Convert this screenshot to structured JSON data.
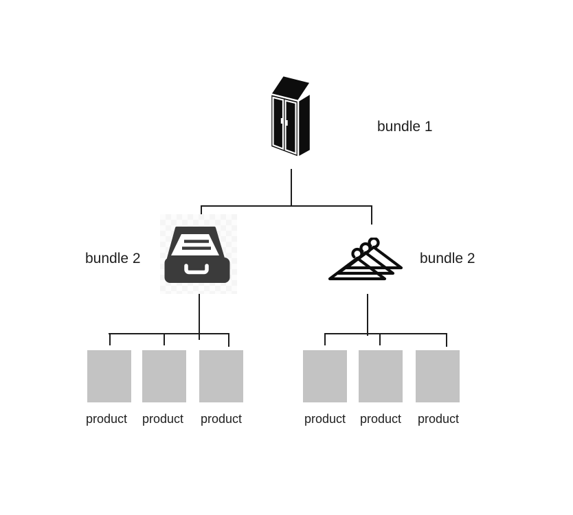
{
  "colors": {
    "line": "#1c1c1c",
    "box": "#c3c3c3",
    "text": "#1e1e1e",
    "icon_black": "#0d0d0d",
    "icon_gray": "#3b3b3b"
  },
  "diagram": {
    "root": {
      "label": "bundle 1",
      "icon": "wardrobe-icon"
    },
    "children": [
      {
        "label": "bundle 2",
        "icon": "file-drawer-icon",
        "label_side": "left",
        "products": [
          "product",
          "product",
          "product"
        ]
      },
      {
        "label": "bundle 2",
        "icon": "clothes-hangers-icon",
        "label_side": "right",
        "products": [
          "product",
          "product",
          "product"
        ]
      }
    ]
  }
}
